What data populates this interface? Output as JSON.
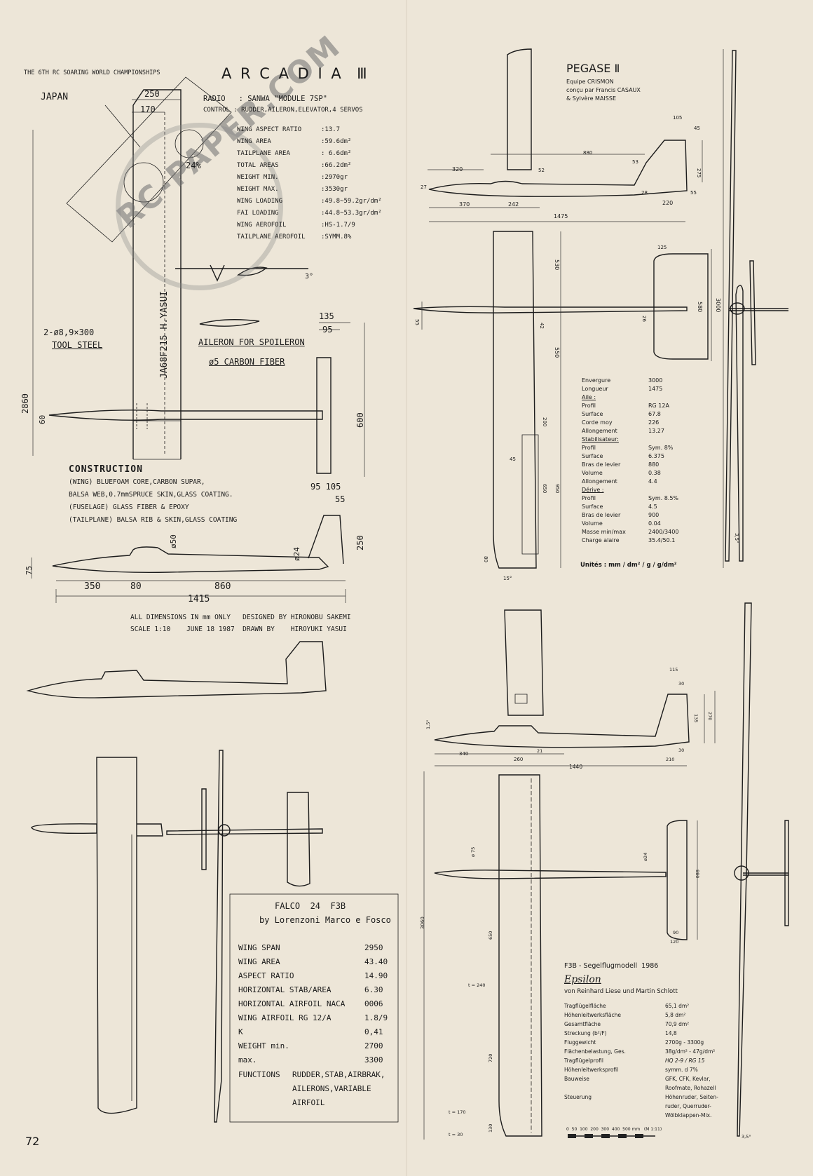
{
  "page_number": "72",
  "arcadia": {
    "header": "THE 6TH RC SOARING WORLD CHAMPIONSHIPS",
    "title": "A R C A D I A  Ⅲ",
    "country": "JAPAN",
    "radio": "RADIO   : SANWA \"MODULE 7SP\"",
    "control": "CONTROL : RUDDER,AILERON,ELEVATOR,4 SERVOS",
    "specs": [
      {
        "k": "WING ASPECT RATIO",
        "v": ":13.7"
      },
      {
        "k": "WING AREA",
        "v": ":59.6dm²"
      },
      {
        "k": "TAILPLANE AREA",
        "v": ": 6.6dm²"
      },
      {
        "k": "TOTAL AREAS",
        "v": ":66.2dm²"
      },
      {
        "k": "WEIGHT MIN.",
        "v": ":2970gr"
      },
      {
        "k": "WEIGHT MAX.",
        "v": ":3530gr"
      },
      {
        "k": "WING LOADING",
        "v": ":49.8~59.2gr/dm²"
      },
      {
        "k": "FAI LOADING",
        "v": ":44.8~53.3gr/dm²"
      },
      {
        "k": "WING AEROFOIL",
        "v": ":HS-1.7/9"
      },
      {
        "k": "TAILPLANE AEROFOIL",
        "v": ":SYMM.8%"
      }
    ],
    "dims": {
      "d250": "250",
      "d170": "170",
      "d24": "24%",
      "d3": "3°",
      "d135": "135",
      "d95": "95",
      "d2860": "2860",
      "d60": "60",
      "d600": "600",
      "d95_105": "95 105",
      "d55": "55",
      "d250b": "250",
      "d50": "ø50",
      "d24b": "ø24",
      "d75": "75",
      "d350": "350",
      "d80": "80",
      "d860": "860",
      "d1415": "1415"
    },
    "tool_steel_1": "2-ø8,9×300",
    "tool_steel_2": "TOOL STEEL",
    "reg": "JA68F215 H.YASUI",
    "aileron": "AILERON FOR SPOILERON",
    "carbon": "ø5 CARBON FIBER",
    "construction_title": "CONSTRUCTION",
    "construction": [
      "(WING) BLUEFOAM CORE,CARBON SUPAR,",
      "BALSA WEB,0.7mmSPRUCE SKIN,GLASS COATING.",
      "(FUSELAGE) GLASS FIBER & EPOXY",
      "(TAILPLANE) BALSA RIB & SKIN,GLASS COATING"
    ],
    "footer1": "ALL DIMENSIONS IN mm ONLY   DESIGNED BY HIRONOBU SAKEMI",
    "footer2": "SCALE 1:10    JUNE 18 1987  DRAWN BY    HIROYUKI YASUI"
  },
  "watermark": "RC-PAPER.COM",
  "pegase": {
    "title": "PEGASE Ⅱ",
    "team": "Equipe CRISMON",
    "designed": "conçu par Francis CASAUX",
    "and": "& Sylvère MAISSE",
    "dims": {
      "d105": "105",
      "d45": "45",
      "d880": "880",
      "d320": "320",
      "d52": "52",
      "d53": "53",
      "d275": "275",
      "d27": "27",
      "d28": "28",
      "d55": "55",
      "d370": "370",
      "d242": "242",
      "d220": "220",
      "d1475": "1475",
      "d125": "125",
      "d530": "530",
      "d580": "580",
      "d3000": "3000",
      "d55b": "55",
      "d42": "42",
      "d26": "26",
      "d550": "550",
      "d200": "200",
      "d45b": "45",
      "d650": "650",
      "d950": "950",
      "d80": "80",
      "d15": "15°",
      "d35": "3,5°"
    },
    "specs": [
      {
        "k": "Envergure",
        "v": "3000"
      },
      {
        "k": "Longueur",
        "v": "1475"
      },
      {
        "k": "Aile :",
        "v": ""
      },
      {
        "k": "  Profil",
        "v": "RG 12A"
      },
      {
        "k": "  Surface",
        "v": "67.8"
      },
      {
        "k": "  Corde moy",
        "v": "226"
      },
      {
        "k": "  Allongement",
        "v": "13.27"
      },
      {
        "k": "Stabilisateur:",
        "v": ""
      },
      {
        "k": "  Profil",
        "v": "Sym. 8%"
      },
      {
        "k": "  Surface",
        "v": "6.375"
      },
      {
        "k": "  Bras de levier",
        "v": "880"
      },
      {
        "k": "  Volume",
        "v": "0.38"
      },
      {
        "k": "  Allongement",
        "v": "4.4"
      },
      {
        "k": "Dérive :",
        "v": ""
      },
      {
        "k": "  Profil",
        "v": "Sym. 8.5%"
      },
      {
        "k": "  Surface",
        "v": "4.5"
      },
      {
        "k": "  Bras de levier",
        "v": "900"
      },
      {
        "k": "  Volume",
        "v": "0.04"
      },
      {
        "k": "Masse min/max",
        "v": "2400/3400"
      },
      {
        "k": "Charge alaire",
        "v": "35.4/50.1"
      }
    ],
    "units": "Unités : mm / dm² / g / g/dm²"
  },
  "falco": {
    "title": "FALCO  24  F3B",
    "by": "by Lorenzoni Marco e Fosco",
    "specs": [
      {
        "k": "WING SPAN",
        "v": "2950"
      },
      {
        "k": "WING AREA",
        "v": "43.40"
      },
      {
        "k": "ASPECT RATIO",
        "v": "14.90"
      },
      {
        "k": "HORIZONTAL  STAB/AREA",
        "v": "6.30"
      },
      {
        "k": "HORIZONTAL  AIRFOIL NACA",
        "v": "0006"
      },
      {
        "k": "WING  AIRFOIL  RG  12/A",
        "v": "1.8/9"
      },
      {
        "k": "K",
        "v": "0,41"
      },
      {
        "k": "WEIGHT            min.",
        "v": "2700"
      },
      {
        "k": "                  max.",
        "v": "3300"
      }
    ],
    "functions_label": "FUNCTIONS",
    "functions": [
      "RUDDER,STAB,AIRBRAK,",
      "AILERONS,VARIABLE",
      "AIRFOIL"
    ]
  },
  "epsilon": {
    "dims": {
      "d115": "115",
      "d30": "30",
      "d135": "135",
      "d270": "270",
      "d15": "1,5°",
      "d340": "340",
      "d260": "260",
      "d21": "21",
      "d210": "210",
      "d30b": "30",
      "d1440": "1440",
      "d3060": "3060",
      "d75": "ø 75",
      "d24": "ø24",
      "d880": "880",
      "d90": "90",
      "d120": "120",
      "d650": "650",
      "d720": "720",
      "t240": "t = 240",
      "t170": "t = 170",
      "t30": "t = 30",
      "d130": "130",
      "d35": "3,5°"
    },
    "title": "F3B - Segelflugmodell  1986",
    "name": "Epsilon",
    "authors": "von Reinhard Liese und Martin Schlott",
    "specs": [
      {
        "k": "Tragflügelfläche",
        "v": "65,1 dm²"
      },
      {
        "k": "Höhenleitwerksfläche",
        "v": "5,8 dm²"
      },
      {
        "k": "Gesamtfläche",
        "v": "70,9 dm²"
      },
      {
        "k": "Streckung   (b²/F)",
        "v": "14,8"
      },
      {
        "k": "Fluggewicht",
        "v": "2700g - 3300g"
      },
      {
        "k": "Flächenbelastung, Ges.",
        "v": "38g/dm² - 47g/dm²"
      },
      {
        "k": "Tragflügelprofil",
        "v": "HQ 2-9 / RG 15"
      },
      {
        "k": "Höhenleitwerksprofil",
        "v": "symm. d 7%"
      },
      {
        "k": "Bauweise",
        "v": "GFK, CFK, Kevlar,"
      },
      {
        "k": "",
        "v": "Roofmate, Rohazell"
      },
      {
        "k": "Steuerung",
        "v": "Höhenruder, Seiten-"
      },
      {
        "k": "",
        "v": "ruder, Querruder-"
      },
      {
        "k": "",
        "v": "Wölbklappen-Mix."
      }
    ],
    "scale": "0  50  100  200  300  400  500 mm   (M 1:11)"
  }
}
